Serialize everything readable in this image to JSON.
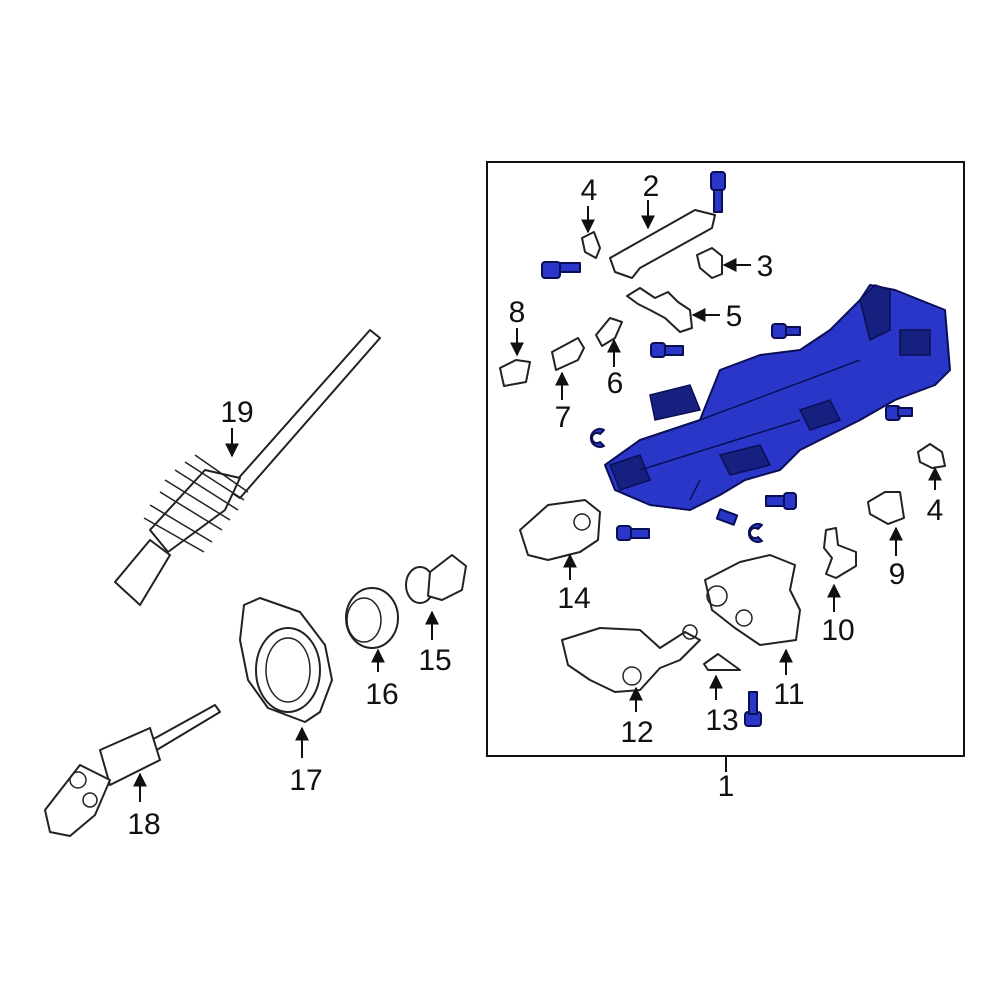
{
  "colors": {
    "highlight": "#2a36c8",
    "outline": "#222222",
    "background": "#ffffff"
  },
  "callouts": {
    "c1": "1",
    "c2": "2",
    "c3": "3",
    "c4a": "4",
    "c4b": "4",
    "c5": "5",
    "c6": "6",
    "c7": "7",
    "c8": "8",
    "c9": "9",
    "c10": "10",
    "c11": "11",
    "c12": "12",
    "c13": "13",
    "c14": "14",
    "c15": "15",
    "c16": "16",
    "c17": "17",
    "c18": "18",
    "c19": "19"
  }
}
